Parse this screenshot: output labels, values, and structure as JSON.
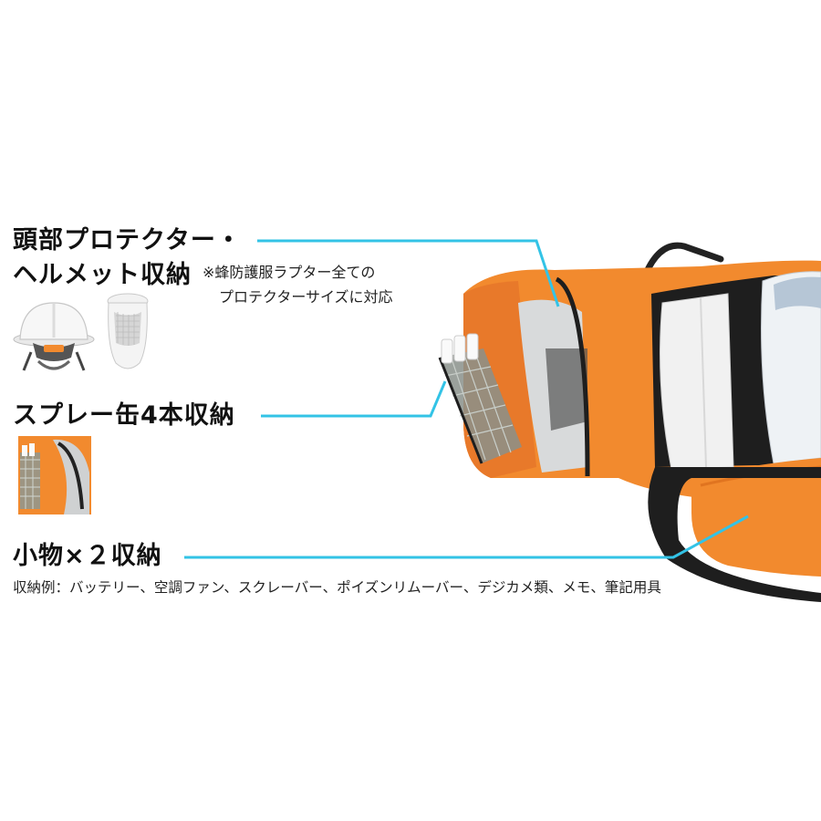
{
  "colors": {
    "callout_line": "#33c3e6",
    "bag_orange": "#f28a2e",
    "bag_black": "#1e1e1e",
    "lining_silver": "#d8dadb"
  },
  "sections": {
    "protector": {
      "heading_line1": "頭部プロテクター・",
      "heading_line2": "ヘルメット収納",
      "note_line1": "※蜂防護服ラプター全ての",
      "note_line2": "プロテクターサイズに対応"
    },
    "spray": {
      "heading": "スプレー缶4本収納"
    },
    "accessories": {
      "heading": "小物×２収納",
      "example": "収納例：バッテリー、空調ファン、スクレーバー、ポイズンリムーバー、デジカメ類、メモ、筆記用具"
    }
  },
  "images": {
    "helmet": "helmet-photo",
    "head_protector": "head-protector-photo",
    "spray_pocket": "spray-pocket-photo",
    "bag": "bag-photo"
  }
}
